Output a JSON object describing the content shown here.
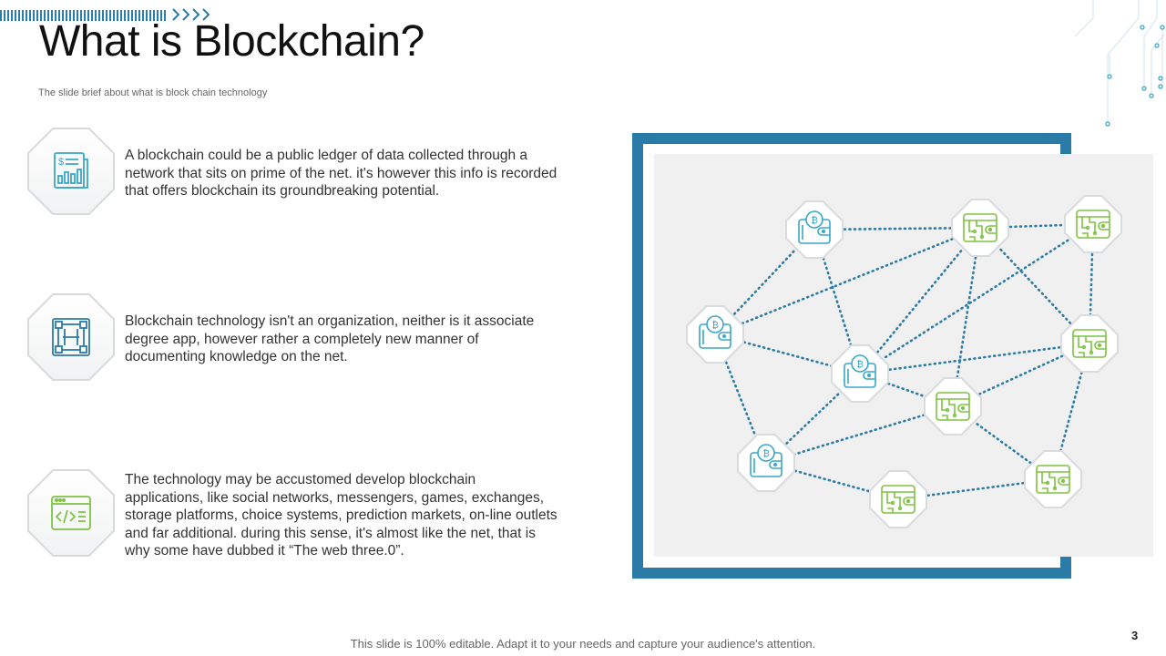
{
  "slide": {
    "title": "What is Blockchain?",
    "subtitle": "The slide brief about what is block chain technology",
    "footer": "This slide is 100% editable. Adapt it to your needs and capture your audience's attention.",
    "page_number": "3",
    "accent_color": "#2b7ba7",
    "icon_color_blue": "#3aa6c9",
    "icon_color_green": "#7dc242"
  },
  "features": [
    {
      "icon": "financial-report-icon",
      "text": "A blockchain could be a public ledger of data collected through a network that sits on prime of the net. it's however this info is recorded that offers blockchain its groundbreaking potential."
    },
    {
      "icon": "blockchain-node-icon",
      "text": "Blockchain technology isn't an organization, neither is it associate degree app, however rather a completely new manner of documenting knowledge on the net."
    },
    {
      "icon": "code-window-icon",
      "text": "The technology may be accustomed develop blockchain applications, like social networks, messengers, games, exchanges, storage platforms, choice systems, prediction markets, on-line outlets and far additional. during this sense, it's almost like the net, that is why some have dubbed it “The web three.0”."
    }
  ],
  "network": {
    "nodes": [
      {
        "id": "w1",
        "type": "bitcoin-wallet-icon"
      },
      {
        "id": "w2",
        "type": "bitcoin-wallet-icon"
      },
      {
        "id": "w3",
        "type": "bitcoin-wallet-icon"
      },
      {
        "id": "w4",
        "type": "bitcoin-wallet-icon"
      },
      {
        "id": "c1",
        "type": "circuit-wallet-icon"
      },
      {
        "id": "c2",
        "type": "circuit-wallet-icon"
      },
      {
        "id": "c3",
        "type": "circuit-wallet-icon"
      },
      {
        "id": "c4",
        "type": "circuit-wallet-icon"
      },
      {
        "id": "c5",
        "type": "circuit-wallet-icon"
      },
      {
        "id": "c6",
        "type": "circuit-wallet-icon"
      }
    ],
    "links": [
      [
        "w1",
        "c1"
      ],
      [
        "c1",
        "c2"
      ],
      [
        "w1",
        "w2"
      ],
      [
        "w1",
        "w3"
      ],
      [
        "c1",
        "w2"
      ],
      [
        "c1",
        "w3"
      ],
      [
        "c1",
        "c4"
      ],
      [
        "c1",
        "c3"
      ],
      [
        "c2",
        "w3"
      ],
      [
        "c2",
        "c4"
      ],
      [
        "w2",
        "w3"
      ],
      [
        "w2",
        "w4"
      ],
      [
        "w3",
        "c3"
      ],
      [
        "w3",
        "c4"
      ],
      [
        "w3",
        "w4"
      ],
      [
        "c3",
        "w4"
      ],
      [
        "c3",
        "c6"
      ],
      [
        "c4",
        "c3"
      ],
      [
        "c4",
        "c6"
      ],
      [
        "w4",
        "c5"
      ],
      [
        "c5",
        "c6"
      ]
    ]
  }
}
